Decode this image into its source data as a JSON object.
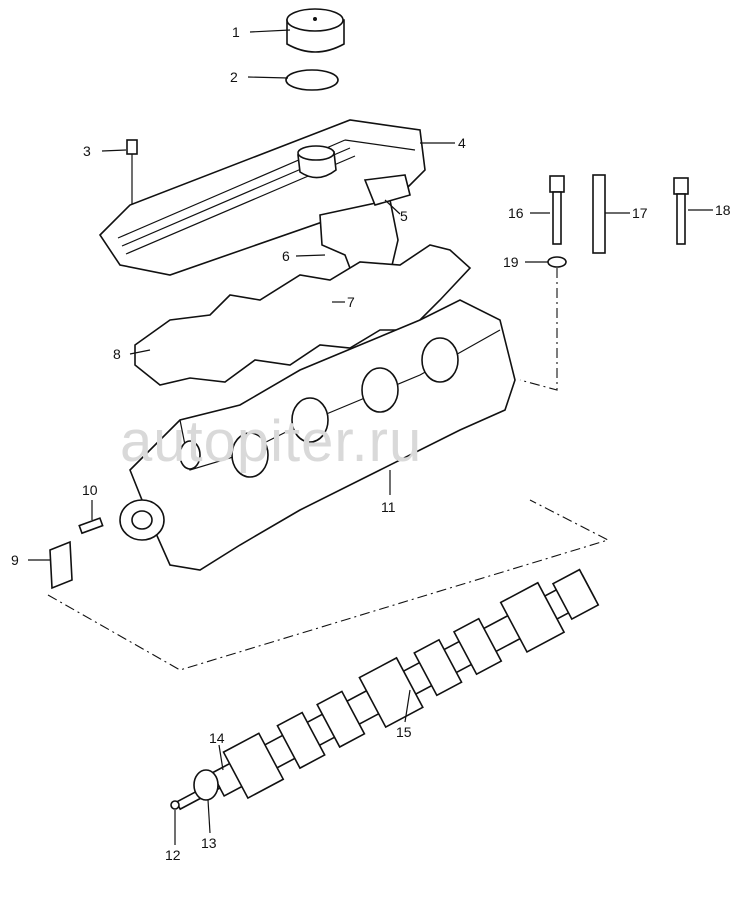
{
  "watermark": "autopiter.ru",
  "callouts": [
    {
      "id": "1",
      "label": "1"
    },
    {
      "id": "2",
      "label": "2"
    },
    {
      "id": "3",
      "label": "3"
    },
    {
      "id": "4",
      "label": "4"
    },
    {
      "id": "5",
      "label": "5"
    },
    {
      "id": "6",
      "label": "6"
    },
    {
      "id": "7",
      "label": "7"
    },
    {
      "id": "8",
      "label": "8"
    },
    {
      "id": "9",
      "label": "9"
    },
    {
      "id": "10",
      "label": "10"
    },
    {
      "id": "11",
      "label": "11"
    },
    {
      "id": "12",
      "label": "12"
    },
    {
      "id": "13",
      "label": "13"
    },
    {
      "id": "14",
      "label": "14"
    },
    {
      "id": "15",
      "label": "15"
    },
    {
      "id": "16",
      "label": "16"
    },
    {
      "id": "17",
      "label": "17"
    },
    {
      "id": "18",
      "label": "18"
    },
    {
      "id": "19",
      "label": "19"
    }
  ]
}
